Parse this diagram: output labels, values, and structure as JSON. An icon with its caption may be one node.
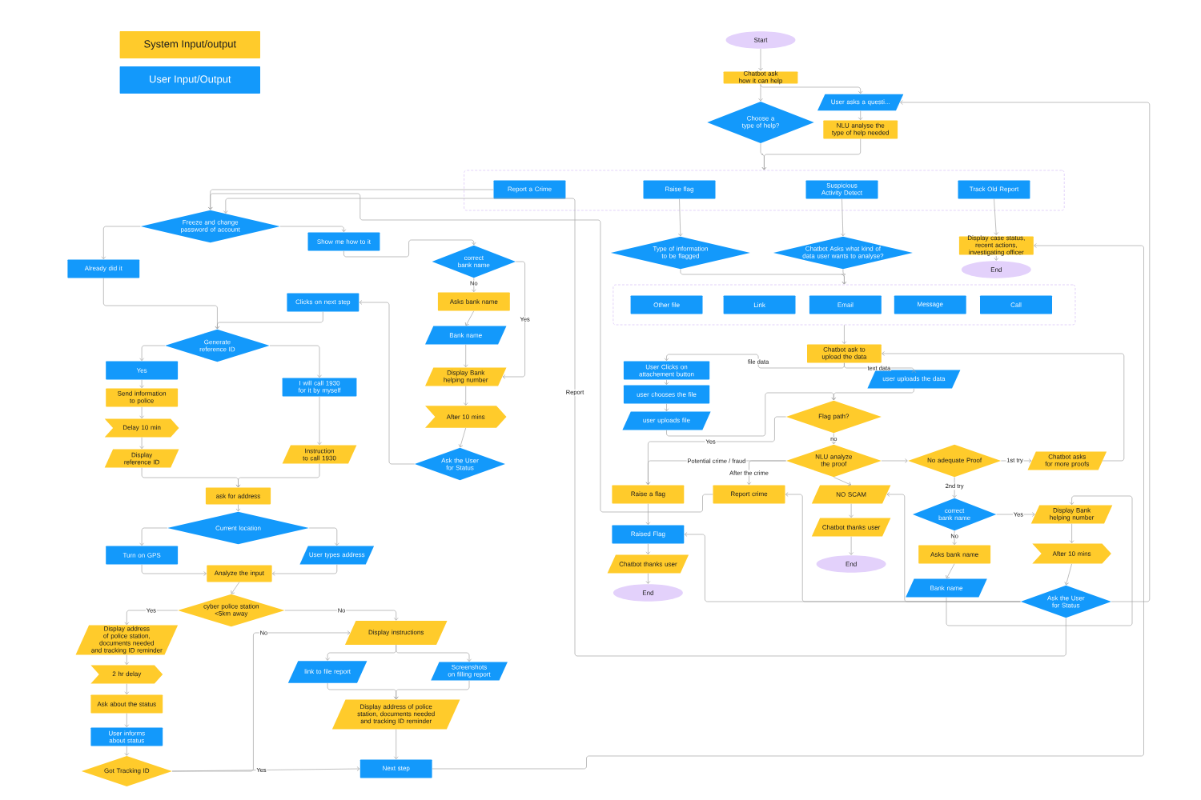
{
  "diagram": {
    "nodes": [
      {
        "text": [
          "Start"
        ]
      },
      {
        "text": [
          "Chatbot ask how it can help"
        ]
      },
      {
        "text": [
          "Choose a type of help?"
        ]
      },
      {
        "text": [
          "User asks a questi..."
        ]
      },
      {
        "text": [
          "NLU analyse the type of help needed"
        ]
      },
      {
        "text": [],
        "shape": "box"
      },
      {
        "text": [
          "Report a Crime"
        ],
        "in": 5
      },
      {
        "text": [
          "Raise flag"
        ],
        "in": 5
      },
      {
        "text": [
          "Suspicious Activity Detect"
        ],
        "in": 5
      },
      {
        "text": [
          "Track Old Report"
        ],
        "in": 5
      },
      {
        "text": [
          "Type of information to be flagged"
        ]
      },
      {
        "text": [
          "Chatbot Asks what kind of data user wants to analyse?"
        ]
      },
      {
        "text": [
          "Display case status, recent actions, investigating officer"
        ]
      },
      {
        "text": [
          "End"
        ]
      },
      {
        "text": [],
        "shape": "box"
      },
      {
        "text": [
          "Other file"
        ],
        "in": 14
      },
      {
        "text": [
          "Link"
        ],
        "in": 14
      },
      {
        "text": [
          "Email"
        ],
        "in": 14
      },
      {
        "text": [
          "Message"
        ],
        "in": 14
      },
      {
        "text": [
          "Call"
        ],
        "in": 14
      },
      {
        "text": [
          "Chatbot ask to upload the data"
        ]
      },
      {
        "text": [
          "User Clicks on attachement button"
        ]
      },
      {
        "text": [
          "user chooses the file"
        ]
      },
      {
        "text": [
          "user uploads file"
        ]
      },
      {
        "text": [
          "user uploads the data"
        ]
      },
      {
        "text": [
          "Flag path?"
        ]
      },
      {
        "text": [
          "NLU analyze the proof"
        ]
      },
      {
        "text": [
          "No adequate Proof"
        ]
      },
      {
        "text": [
          "Chatbot asks for more proofs"
        ]
      },
      {
        "text": [
          "Raise a flag"
        ]
      },
      {
        "text": [
          "Report crime"
        ]
      },
      {
        "text": [
          "NO SCAM"
        ]
      },
      {
        "text": [
          "Chatbot thanks user"
        ]
      },
      {
        "text": [
          "End"
        ]
      },
      {
        "text": [
          "correct bank name"
        ]
      },
      {
        "text": [
          "Display Bank helping number"
        ]
      },
      {
        "text": [
          "Asks bank name"
        ]
      },
      {
        "text": [
          "After 10 mins"
        ]
      },
      {
        "text": [
          "Bank name"
        ]
      },
      {
        "text": [
          "Ask the User for Status"
        ]
      },
      {
        "text": [
          "Raised Flag"
        ]
      },
      {
        "text": [
          "Chatbot thanks user"
        ]
      },
      {
        "text": [
          "End"
        ]
      },
      {
        "text": [
          "Freeze and change password of account"
        ]
      },
      {
        "text": [
          "Already did it"
        ]
      },
      {
        "text": [
          "Show me how to it"
        ]
      },
      {
        "text": [
          "correct bank name"
        ]
      },
      {
        "text": [
          "Asks bank name"
        ]
      },
      {
        "text": [
          "Bank name"
        ]
      },
      {
        "text": [
          "Display Bank helping number"
        ]
      },
      {
        "text": [
          "After 10 mins"
        ]
      },
      {
        "text": [
          "Ask the User for Status"
        ]
      },
      {
        "text": [
          "Clicks on next step"
        ]
      },
      {
        "text": [
          "Generate reference ID"
        ]
      },
      {
        "text": [
          "Yes"
        ]
      },
      {
        "text": [
          "Send information to police"
        ]
      },
      {
        "text": [
          "Delay 10 min"
        ]
      },
      {
        "text": [
          "Display reference ID"
        ]
      },
      {
        "text": [
          "I will call 1930 for it by myself"
        ]
      },
      {
        "text": [
          "Instruction to call 1930"
        ]
      },
      {
        "text": [
          "ask for address"
        ]
      },
      {
        "text": [
          "Current location"
        ]
      },
      {
        "text": [
          "Turn on GPS"
        ]
      },
      {
        "text": [
          "User types address"
        ]
      },
      {
        "text": [
          "Analyze the input"
        ]
      },
      {
        "text": [
          "cyber police station <5km away"
        ]
      },
      {
        "text": [
          "Display address of police station, documents needed and tracking ID reminder"
        ]
      },
      {
        "text": [
          "2 hr delay"
        ]
      },
      {
        "text": [
          "Ask about the status"
        ]
      },
      {
        "text": [
          "User informs about status"
        ]
      },
      {
        "text": [
          "Got Tracking ID"
        ]
      },
      {
        "text": [
          "Display instructions"
        ]
      },
      {
        "text": [
          "link to file report"
        ]
      },
      {
        "text": [
          "Screenshots on filling report"
        ]
      },
      {
        "text": [
          "Display address of police station, documents needed and tracking ID reminder"
        ]
      },
      {
        "text": [
          "Next step"
        ]
      }
    ],
    "edges": [
      {
        "from": 0,
        "to": 1,
        "arrow": "to"
      },
      {
        "from": 1,
        "to": 2,
        "arrow": "to"
      },
      {
        "from": 1,
        "to": 3,
        "arrow": "to"
      },
      {
        "from": 3,
        "to": 4,
        "arrow": "to"
      },
      {
        "from": 2,
        "to": 5,
        "arrow": "to"
      },
      {
        "from": 4,
        "to": 5,
        "arrow": "to"
      },
      {
        "from": 6,
        "to": 43,
        "arrow": "to"
      },
      {
        "from": 7,
        "to": 10,
        "arrow": "to"
      },
      {
        "from": 8,
        "to": 11,
        "arrow": "to"
      },
      {
        "from": 9,
        "to": 12,
        "arrow": "to"
      },
      {
        "from": 12,
        "to": 13,
        "arrow": "to"
      },
      {
        "from": 10,
        "to": 14,
        "arrow": "to"
      },
      {
        "from": 11,
        "to": 14,
        "arrow": "to"
      },
      {
        "from": 14,
        "to": 20,
        "arrow": "to"
      },
      {
        "from": 20,
        "to": 21,
        "arrow": "to",
        "label": "file data"
      },
      {
        "from": 20,
        "to": 24,
        "arrow": "to",
        "label": "text data"
      },
      {
        "from": 21,
        "to": 22,
        "arrow": "to"
      },
      {
        "from": 22,
        "to": 23,
        "arrow": "to"
      },
      {
        "from": 23,
        "to": 25,
        "arrow": "to"
      },
      {
        "from": 24,
        "to": 25,
        "arrow": "to"
      },
      {
        "from": 25,
        "to": 29,
        "arrow": "to",
        "label": "Yes"
      },
      {
        "from": 25,
        "to": 26,
        "arrow": "to",
        "label": "no"
      },
      {
        "from": 26,
        "to": 29,
        "arrow": "to",
        "label": "Potential crime / fraud"
      },
      {
        "from": 26,
        "to": 30,
        "arrow": "to",
        "label": "After the crime"
      },
      {
        "from": 26,
        "to": 31,
        "arrow": "to"
      },
      {
        "from": 26,
        "to": 27,
        "arrow": "to"
      },
      {
        "from": 27,
        "to": 28,
        "arrow": "to",
        "label": "1st try"
      },
      {
        "from": 28,
        "to": 20,
        "arrow": "to"
      },
      {
        "from": 27,
        "to": 34,
        "arrow": "to",
        "label": "2nd try"
      },
      {
        "from": 29,
        "to": 40,
        "arrow": "to"
      },
      {
        "from": 30,
        "to": 43,
        "arrow": "to"
      },
      {
        "from": 39,
        "to": 43,
        "arrow": "to",
        "label": "Report"
      },
      {
        "from": 39,
        "to": 40,
        "arrow": "to"
      },
      {
        "from": 39,
        "to": 30,
        "arrow": "to"
      },
      {
        "from": 39,
        "to": 31,
        "arrow": "to"
      },
      {
        "from": 39,
        "to": 3,
        "arrow": "to"
      },
      {
        "from": 34,
        "to": 35,
        "arrow": "to",
        "label": "Yes"
      },
      {
        "from": 34,
        "to": 36,
        "arrow": "to",
        "label": "No"
      },
      {
        "from": 36,
        "to": 38,
        "arrow": "to"
      },
      {
        "from": 38,
        "to": 35,
        "arrow": "to"
      },
      {
        "from": 35,
        "to": 37,
        "arrow": "to"
      },
      {
        "from": 37,
        "to": 39,
        "arrow": "to"
      },
      {
        "from": 75,
        "to": 12,
        "arrow": "to"
      },
      {
        "from": 31,
        "to": 32,
        "arrow": "to"
      },
      {
        "from": 32,
        "to": 33,
        "arrow": "to"
      },
      {
        "from": 40,
        "to": 41,
        "arrow": "to"
      },
      {
        "from": 41,
        "to": 42,
        "arrow": "to"
      },
      {
        "from": 43,
        "to": 44,
        "arrow": "to"
      },
      {
        "from": 43,
        "to": 45,
        "arrow": "to"
      },
      {
        "from": 45,
        "to": 46,
        "arrow": "to"
      },
      {
        "from": 46,
        "to": 47,
        "arrow": "to",
        "label": "No"
      },
      {
        "from": 46,
        "to": 49,
        "arrow": "to",
        "label": "Yes"
      },
      {
        "from": 47,
        "to": 48,
        "arrow": "to"
      },
      {
        "from": 48,
        "to": 49,
        "arrow": "to"
      },
      {
        "from": 49,
        "to": 50,
        "arrow": "to"
      },
      {
        "from": 50,
        "to": 51,
        "arrow": "to"
      },
      {
        "from": 51,
        "to": 52,
        "arrow": "to"
      },
      {
        "from": 44,
        "to": 53,
        "arrow": "to"
      },
      {
        "from": 52,
        "to": 53,
        "arrow": "to"
      },
      {
        "from": 53,
        "to": 54,
        "arrow": "to"
      },
      {
        "from": 53,
        "to": 58,
        "arrow": "to"
      },
      {
        "from": 54,
        "to": 55,
        "arrow": "to"
      },
      {
        "from": 55,
        "to": 56,
        "arrow": "to"
      },
      {
        "from": 56,
        "to": 57,
        "arrow": "to"
      },
      {
        "from": 57,
        "to": 60,
        "arrow": "to"
      },
      {
        "from": 59,
        "to": 60,
        "arrow": "to"
      },
      {
        "from": 58,
        "to": 59,
        "arrow": "to"
      },
      {
        "from": 60,
        "to": 61,
        "arrow": "to"
      },
      {
        "from": 61,
        "to": 62,
        "arrow": "to"
      },
      {
        "from": 61,
        "to": 63,
        "arrow": "to"
      },
      {
        "from": 62,
        "to": 64,
        "arrow": "to"
      },
      {
        "from": 63,
        "to": 64,
        "arrow": "to"
      },
      {
        "from": 64,
        "to": 65,
        "arrow": "to"
      },
      {
        "from": 65,
        "to": 66,
        "arrow": "to",
        "label": "Yes"
      },
      {
        "from": 65,
        "to": 71,
        "arrow": "to",
        "label": "No"
      },
      {
        "from": 66,
        "to": 67,
        "arrow": "to"
      },
      {
        "from": 67,
        "to": 68,
        "arrow": "to"
      },
      {
        "from": 68,
        "to": 69,
        "arrow": "to"
      },
      {
        "from": 69,
        "to": 70,
        "arrow": "to"
      },
      {
        "from": 70,
        "to": 71,
        "arrow": "to",
        "label": "No"
      },
      {
        "from": 70,
        "to": 75,
        "arrow": "to",
        "label": "Yes"
      },
      {
        "from": 71,
        "to": 72,
        "arrow": "to"
      },
      {
        "from": 71,
        "to": 73,
        "arrow": "to"
      },
      {
        "from": 72,
        "to": 74,
        "arrow": "to"
      },
      {
        "from": 73,
        "to": 74,
        "arrow": "to"
      },
      {
        "from": 74,
        "to": 75,
        "arrow": "to"
      }
    ],
    "legend": [
      {
        "text": "System Input/output",
        "color": "#ffcb2b"
      },
      {
        "text": "User Input/Output",
        "color": "#1399fb"
      }
    ]
  }
}
